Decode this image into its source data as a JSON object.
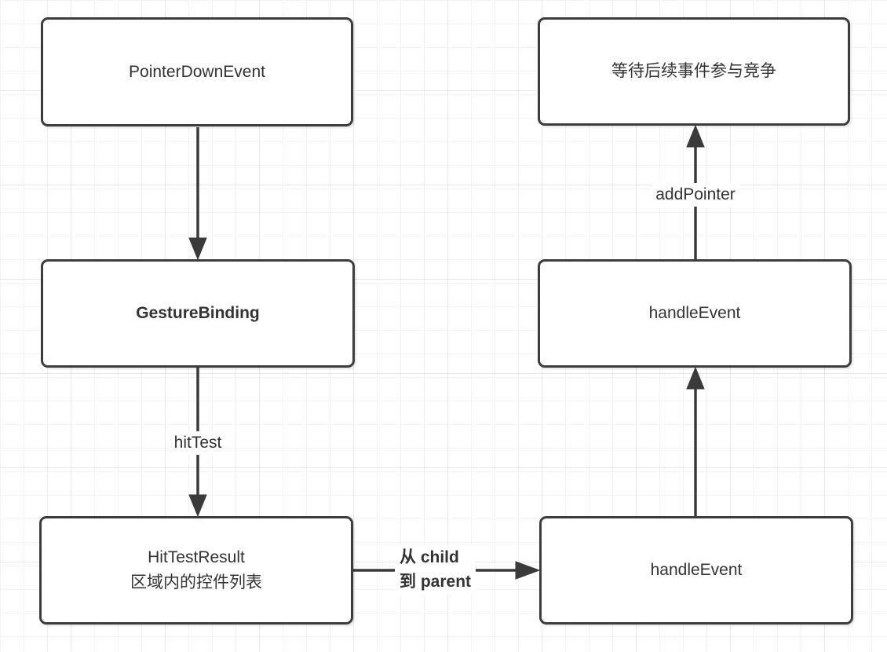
{
  "diagram": {
    "nodes": {
      "pointer_down_event": {
        "label": "PointerDownEvent"
      },
      "gesture_binding": {
        "label": "GestureBinding"
      },
      "hit_test_result": {
        "line1": "HitTestResult",
        "line2": "区域内的控件列表"
      },
      "wait_for_next_events": {
        "label": "等待后续事件参与竞争"
      },
      "handle_event_mid": {
        "label": "handleEvent"
      },
      "handle_event_bottom": {
        "label": "handleEvent"
      }
    },
    "edge_labels": {
      "hit_test": "hitTest",
      "add_pointer": "addPointer",
      "child_to_parent_line1": "从 child",
      "child_to_parent_line2": "到 parent"
    },
    "colors": {
      "node_border": "#3d3d3d",
      "node_fill": "#ffffff",
      "text": "#333333",
      "arrow": "#3a3a3a",
      "grid_minor": "#f2f2f2",
      "grid_major": "#e7e7e7",
      "background": "#ffffff"
    }
  }
}
